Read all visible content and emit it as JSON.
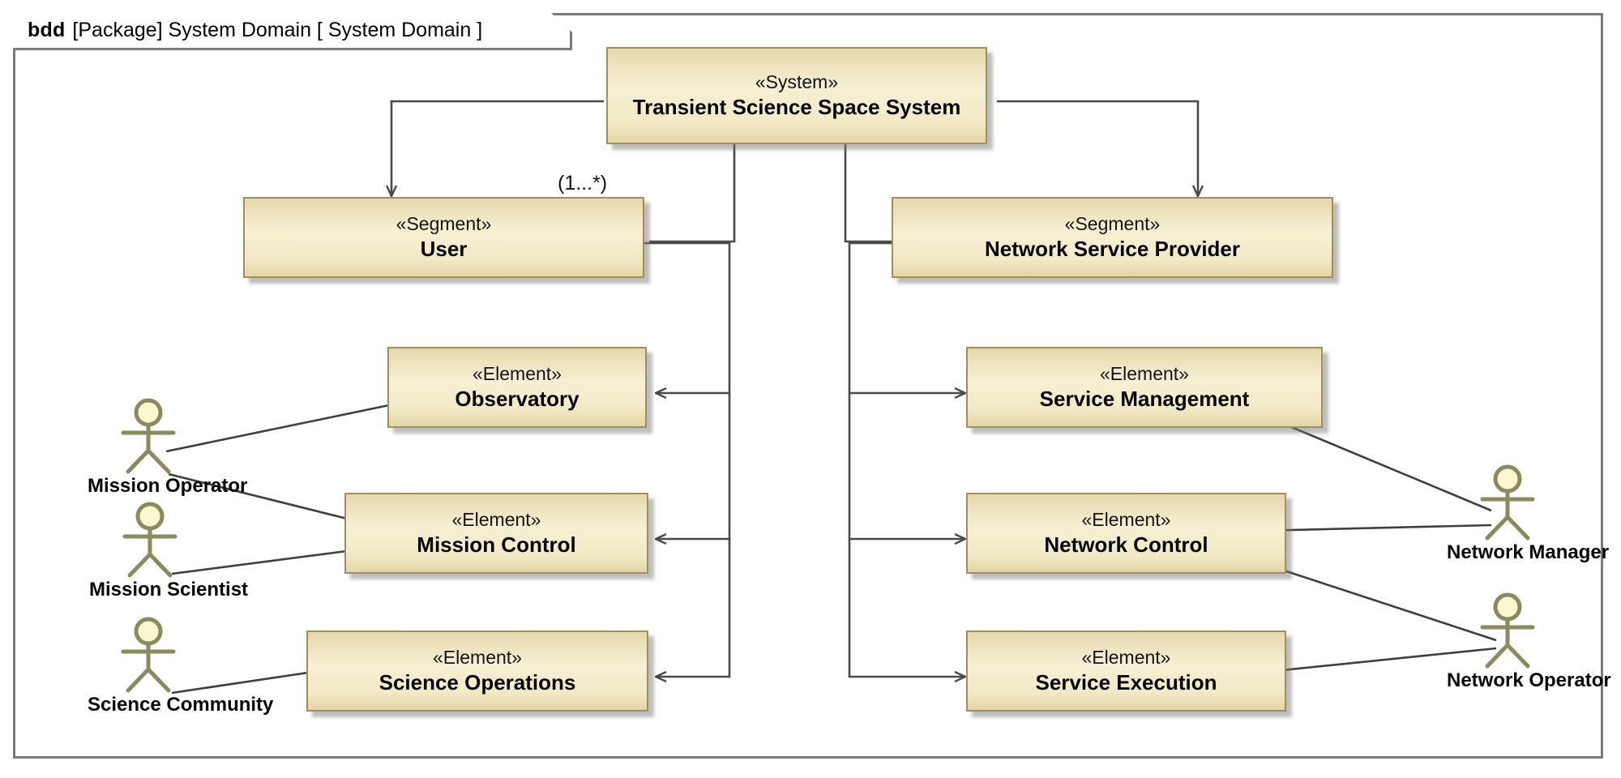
{
  "diagram": {
    "frame_kind": "bdd",
    "frame_header_rest": "[Package] System Domain [ System Domain ]",
    "type": "sysml-block-definition-diagram",
    "multiplicity_label": "(1...*)"
  },
  "blocks": [
    {
      "id": "system",
      "stereotype": "«System»",
      "name": "Transient Science Space System"
    },
    {
      "id": "user",
      "stereotype": "«Segment»",
      "name": "User"
    },
    {
      "id": "nsp",
      "stereotype": "«Segment»",
      "name": "Network Service Provider"
    },
    {
      "id": "obs",
      "stereotype": "«Element»",
      "name": "Observatory"
    },
    {
      "id": "mctrl",
      "stereotype": "«Element»",
      "name": "Mission Control"
    },
    {
      "id": "sciops",
      "stereotype": "«Element»",
      "name": "Science Operations"
    },
    {
      "id": "svcmgmt",
      "stereotype": "«Element»",
      "name": "Service Management"
    },
    {
      "id": "netctrl",
      "stereotype": "«Element»",
      "name": "Network Control"
    },
    {
      "id": "svcexec",
      "stereotype": "«Element»",
      "name": "Service Execution"
    }
  ],
  "actors": [
    {
      "id": "mission-operator",
      "name": "Mission Operator"
    },
    {
      "id": "mission-scientist",
      "name": "Mission Scientist"
    },
    {
      "id": "science-community",
      "name": "Science Community"
    },
    {
      "id": "network-manager",
      "name": "Network Manager"
    },
    {
      "id": "network-operator",
      "name": "Network Operator"
    }
  ],
  "colors": {
    "block_fill_light": "#f7f0d4",
    "block_fill_dark": "#e3d5a6",
    "block_border": "#a08f5d",
    "frame_border": "#7a7a7a",
    "connector": "#4a4a4a",
    "actor_head_fill": "#fbf8cf",
    "actor_stroke": "#8a8a5e"
  },
  "connections": [
    {
      "from": "user",
      "to": "system",
      "kind": "composition"
    },
    {
      "from": "nsp",
      "to": "system",
      "kind": "composition"
    },
    {
      "from": "system",
      "to": "user",
      "kind": "directed-association"
    },
    {
      "from": "system",
      "to": "nsp",
      "kind": "directed-association"
    },
    {
      "from": "user",
      "to": "obs",
      "kind": "directed-association"
    },
    {
      "from": "user",
      "to": "mctrl",
      "kind": "directed-association"
    },
    {
      "from": "user",
      "to": "sciops",
      "kind": "directed-association"
    },
    {
      "from": "nsp",
      "to": "svcmgmt",
      "kind": "directed-association"
    },
    {
      "from": "nsp",
      "to": "netctrl",
      "kind": "directed-association"
    },
    {
      "from": "nsp",
      "to": "svcexec",
      "kind": "directed-association"
    },
    {
      "from": "mission-operator",
      "to": "obs",
      "kind": "association"
    },
    {
      "from": "mission-operator",
      "to": "mctrl",
      "kind": "association"
    },
    {
      "from": "mission-scientist",
      "to": "mctrl",
      "kind": "association"
    },
    {
      "from": "science-community",
      "to": "sciops",
      "kind": "association"
    },
    {
      "from": "network-manager",
      "to": "svcmgmt",
      "kind": "association"
    },
    {
      "from": "network-manager",
      "to": "netctrl",
      "kind": "association"
    },
    {
      "from": "network-operator",
      "to": "netctrl",
      "kind": "association"
    },
    {
      "from": "network-operator",
      "to": "svcexec",
      "kind": "association"
    }
  ]
}
